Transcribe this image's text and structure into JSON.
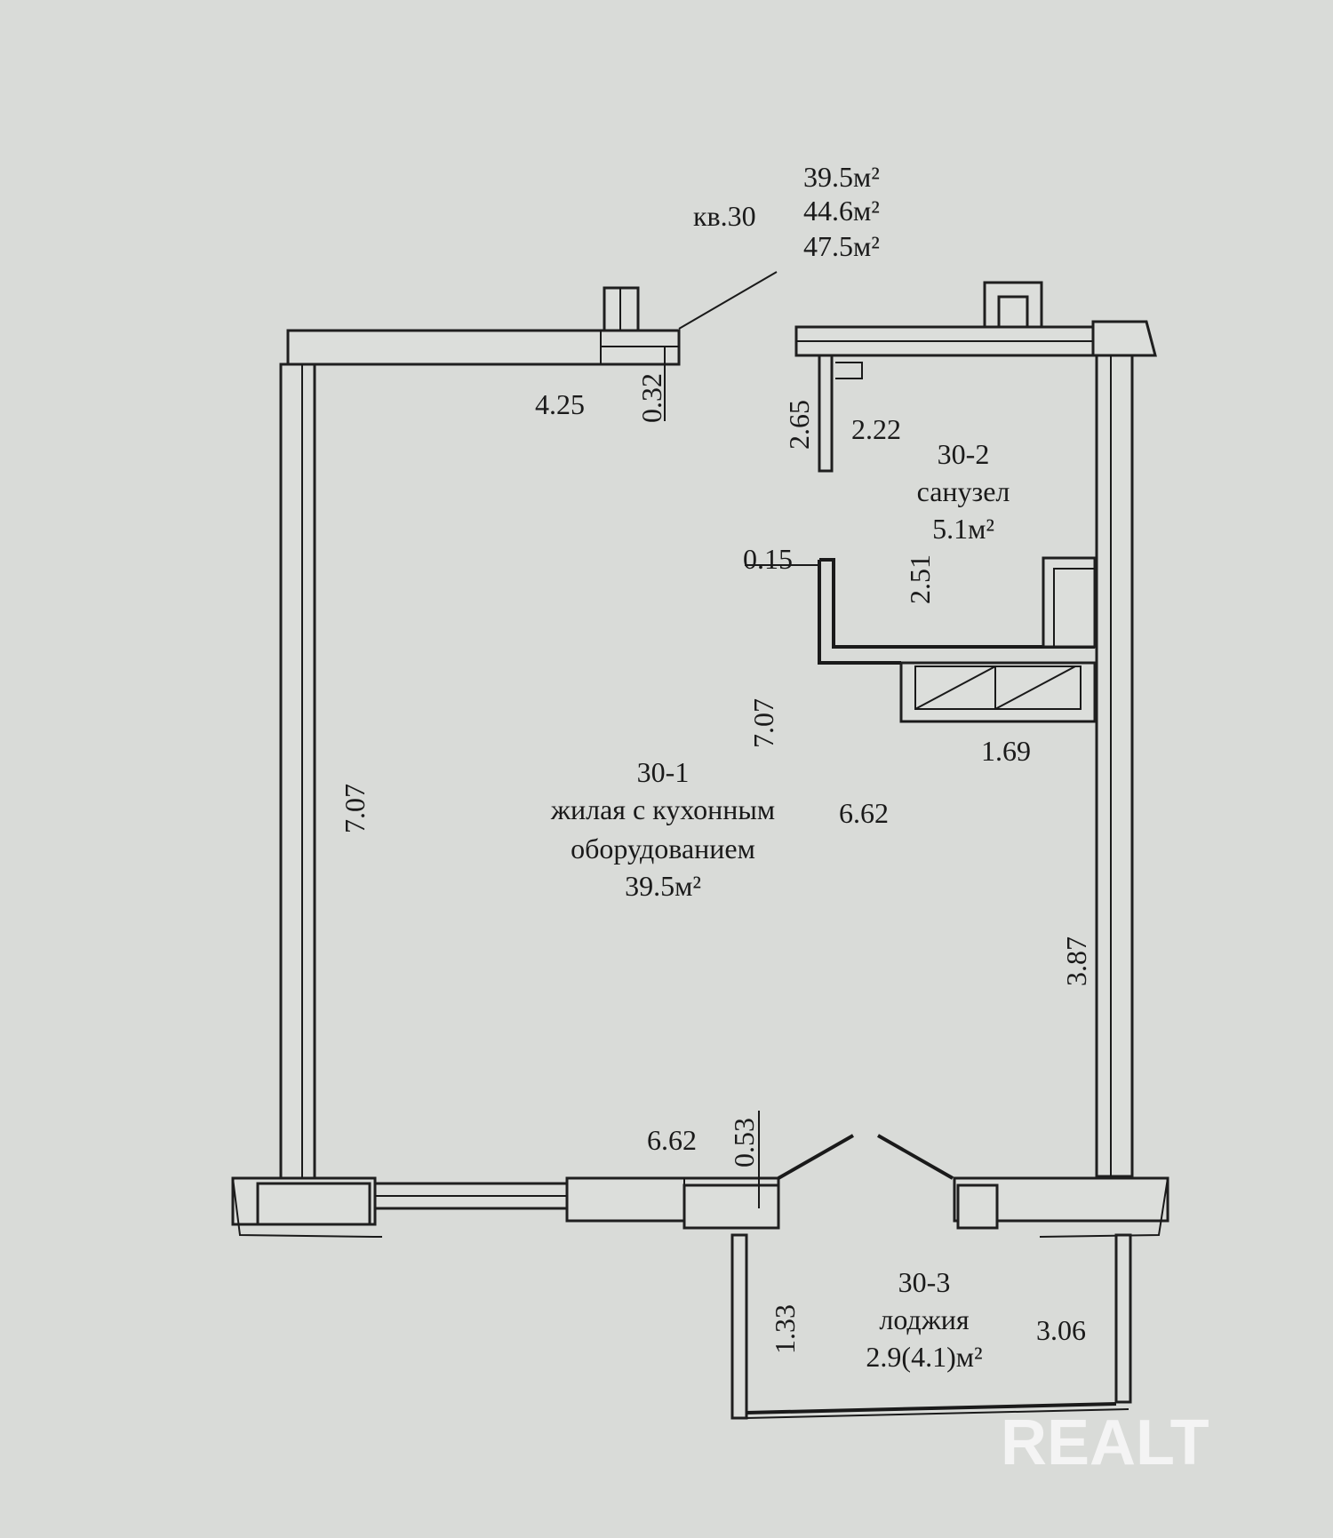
{
  "apartment": {
    "label": "кв.30",
    "areas": [
      "39.5м²",
      "44.6м²",
      "47.5м²"
    ]
  },
  "rooms": [
    {
      "id": "30-1",
      "name": "жилая с кухонным",
      "name2": "оборудованием",
      "area": "39.5м²"
    },
    {
      "id": "30-2",
      "name": "санузел",
      "area": "5.1м²"
    },
    {
      "id": "30-3",
      "name": "лоджия",
      "area": "2.9(4.1)м²"
    }
  ],
  "dimensions": {
    "top_left_wall": "4.25",
    "top_wall_thickness": "0.32",
    "bath_left": "2.65",
    "bath_width": "2.22",
    "partition": "0.15",
    "bath_height": "2.51",
    "inner_height": "7.07",
    "niche_width": "1.69",
    "left_height": "7.07",
    "room_width": "6.62",
    "right_lower": "3.87",
    "bottom_width": "6.62",
    "bottom_wall_thickness": "0.53",
    "loggia_depth": "1.33",
    "loggia_width": "3.06"
  },
  "watermark": "REALT"
}
